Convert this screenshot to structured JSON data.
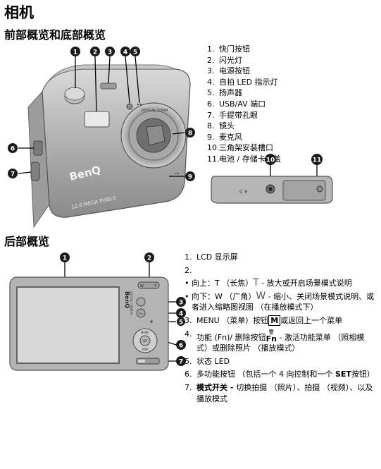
{
  "page": {
    "title": "相机",
    "section_front": "前部概览和底部概览",
    "section_back": "后部概览"
  },
  "front_items": [
    "快门按钮",
    "闪光灯",
    "电源按钮",
    "自拍 LED 指示灯",
    "扬声器",
    "USB/AV 端口",
    "手提带孔眼",
    "镜头",
    "麦克风",
    "三角架安装槽口",
    "电池 / 存储卡仓盖"
  ],
  "front_numbers": [
    "1.",
    "2.",
    "3.",
    "4.",
    "5.",
    "6.",
    "7.",
    "8.",
    "9.",
    "10.",
    "11."
  ],
  "camera_front": {
    "brand": "BenQ",
    "mega_pixel_text": "12.0 MEGA PIXELS",
    "lens_text": "OPTICAL ZOOM"
  },
  "camera_back": {
    "brand": "BenQ",
    "side_text": "DIGITAL CAMERA",
    "menu_label": "MENU",
    "set_label": "SET",
    "disp_label": "DISP",
    "fn_label": "Fn",
    "t_label": "T",
    "w_label": "W"
  },
  "callouts_front": [
    "1",
    "2",
    "3",
    "4",
    "5",
    "6",
    "7",
    "8",
    "9"
  ],
  "callouts_bottom": [
    "10",
    "11"
  ],
  "callouts_back": [
    "1",
    "2",
    "3",
    "4",
    "5",
    "6",
    "7"
  ],
  "back_items": {
    "n1": "1.",
    "i1": "LCD 显示屏",
    "n2": "2.",
    "b1_prefix": "向上：T （长焦）",
    "b1_sym": "T",
    "b1_suffix": " - 放大或开启场景模式说明",
    "b2_prefix": "向下：W （广角）",
    "b2_sym": "W",
    "b2_suffix": " - 缩小、关闭场景模式说明、或者进入缩略图视图 （在播放模式下）",
    "n3": "3.",
    "i3_prefix": "MENU （菜单）按钮",
    "i3_key": "M",
    "i3_suffix": "或返回上一个菜单",
    "n4": "4.",
    "i4_prefix": "功能 (Fn)/ 删除按钮",
    "i4_icon": "Fn",
    "i4_suffix": " - 激活功能菜单 （照相模式）或删除照片 （播放模式）",
    "n5": "5.",
    "i5": "状态 LED",
    "n6": "6.",
    "i6_prefix": "多功能按钮 （包括一个 4 向控制和一个 ",
    "i6_bold": "SET",
    "i6_suffix": "按钮）",
    "n7": "7.",
    "i7_bold": "模式开关 - ",
    "i7_rest": "切换拍摄 （照片）、拍摄 （视频）、以及播放模式"
  },
  "colors": {
    "callout_bg": "#1a1a1a",
    "callout_fg": "#ffffff",
    "camera_body": "#b4b4b4",
    "lcd": "#d8d8d8"
  }
}
